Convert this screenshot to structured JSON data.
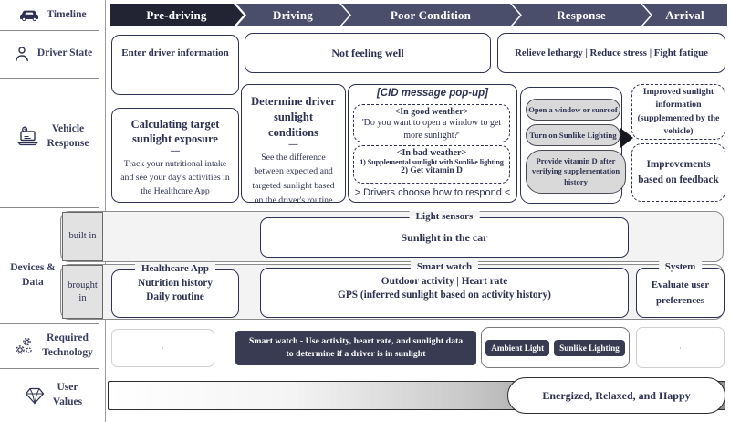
{
  "colors": {
    "text_navy": "#2e3151",
    "chevron_dark": "#232433",
    "chevron_slate": "#4b4e6b",
    "dark_box": "#383b52",
    "grey_pill": "#d9d9d9",
    "band_grey": "#f3f3f3"
  },
  "sidebar": {
    "timeline": "Timeline",
    "driver_state": "Driver State",
    "vehicle_response_1": "Vehicle",
    "vehicle_response_2": "Response",
    "devices_1": "Devices &",
    "devices_2": "Data",
    "required_1": "Required",
    "required_2": "Technology",
    "values_1": "User",
    "values_2": "Values"
  },
  "timeline": {
    "stages": [
      "Pre-driving",
      "Driving",
      "Poor Condition",
      "Response",
      "Arrival"
    ]
  },
  "driver_state": {
    "pre_driving": "Enter driver information",
    "driving": "Not feeling well",
    "response": "Relieve lethargy | Reduce stress | Fight fatigue"
  },
  "vehicle_response": {
    "calculating": {
      "title": "Calculating target sunlight exposure",
      "dash": "—",
      "body": "Track your nutritional intake and see your day's activities in the Healthcare App"
    },
    "determine": {
      "title": "Determine driver sunlight conditions",
      "dash": "—",
      "body": "See the difference between expected and targeted sunlight based on the driver's routine"
    },
    "cid": {
      "title": "[CID message pop-up]",
      "good_heading": "<In good weather>",
      "good_body": "'Do you want to open a window to get more sunlight?'",
      "bad_heading": "<In bad weather>",
      "bad_line1": "1) Supplemental sunlight with Sunlike lighting",
      "bad_line2": "2) Get vitamin D",
      "footer": "> Drivers choose how to respond <"
    },
    "responses": [
      "Open a window or sunroof",
      "Turn on Sunlike Lighting",
      "Provide vitamin D after verifying supplementation history"
    ],
    "arrival": [
      "Improved sunlight information (supplemented by the vehicle)",
      "Improvements based on feedback"
    ]
  },
  "devices": {
    "built_in": "built in",
    "brought_in": "brought in",
    "light_sensors": {
      "legend": "Light sensors",
      "body": "Sunlight in the car"
    },
    "healthcare": {
      "legend": "Healthcare App",
      "line1": "Nutrition history",
      "line2": "Daily routine"
    },
    "smart_watch": {
      "legend": "Smart watch",
      "line1": "Outdoor activity | Heart rate",
      "line2": "GPS (inferred sunlight based on activity history)"
    },
    "system": {
      "legend": "System",
      "body": "Evaluate user preferences"
    }
  },
  "required_tech": {
    "placeholder1": "·",
    "note_line1": "Smart watch - Use activity, heart rate, and sunlight data",
    "note_line2": "to determine if a driver is in sunlight",
    "pills": [
      "Ambient Light",
      "Sunlike Lighting"
    ],
    "placeholder2": "·"
  },
  "user_values": {
    "pill": "Energized, Relaxed, and Happy"
  }
}
